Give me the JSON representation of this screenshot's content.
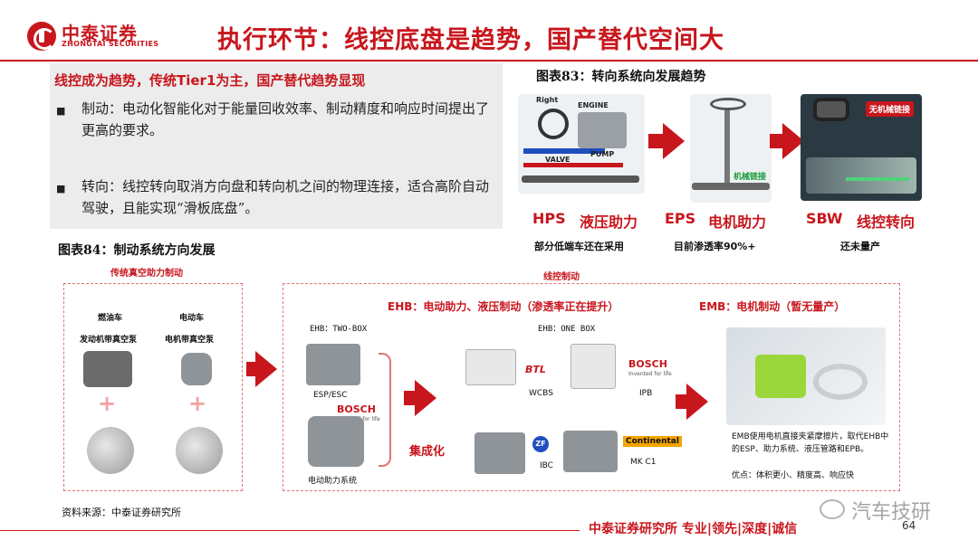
{
  "header": {
    "logo_cn": "中泰证券",
    "logo_en": "ZHONGTAI SECURITIES",
    "title": "执行环节：线控底盘是趋势，国产替代空间大"
  },
  "left_box": {
    "headline": "线控成为趋势，传统Tier1为主，国产替代趋势显现",
    "bullets": [
      {
        "marker": "■",
        "text": "制动：电动化智能化对于能量回收效率、制动精度和响应时间提出了更高的要求。"
      },
      {
        "marker": "■",
        "text": "转向：线控转向取消方向盘和转向机之间的物理连接，适合高阶自动驾驶，且能实现“滑板底盘”。"
      }
    ]
  },
  "fig83": {
    "caption": "图表83：转向系统向发展趋势",
    "hps_labels": {
      "right": "Right",
      "engine": "ENGINE",
      "valve": "VALVE",
      "pump": "PUMP"
    },
    "eps_tag": "机械链接",
    "sbw_tag": "无机械链接",
    "techs": [
      {
        "code": "HPS",
        "name": "液压助力",
        "note": "部分低端车还在采用"
      },
      {
        "code": "EPS",
        "name": "电机助力",
        "note": "目前渗透率90%+"
      },
      {
        "code": "SBW",
        "name": "线控转向",
        "note": "还未量产"
      }
    ]
  },
  "fig84": {
    "caption": "图表84：制动系统方向发展",
    "traditional_title": "传统真空助力制动",
    "wire_title": "线控制动",
    "fuel_car": "燃油车",
    "fuel_car_sub": "发动机带真空泵",
    "ev_car": "电动车",
    "ev_car_sub": "电机带真空泵",
    "plus": "+",
    "ehb_title": "EHB：电动助力、液压制动（渗透率正在提升）",
    "ehb_two_box": "EHB：TWO-BOX",
    "ehb_one_box": "EHB：ONE BOX",
    "esp_esc": "ESP/ESC",
    "bosch": "BOSCH",
    "bosch_sub": "Invented for life",
    "electric_booster": "电动助力系统",
    "integrate": "集成化",
    "btl": "BTL",
    "wcbs": "WCBS",
    "ipb": "IPB",
    "ibc": "IBC",
    "zf": "ZF",
    "continental": "Continental",
    "mkc1": "MK C1",
    "emb_title": "EMB：电机制动（暂无量产）",
    "emb_desc": "EMB使用电机直接夹紧摩擦片，取代EHB中的ESP、助力系统、液压管路和EPB。",
    "emb_adv": "优点：体积更小、精度高、响应快"
  },
  "footer": {
    "source": "资料来源：中泰证券研究所",
    "tagline": "中泰证券研究所 专业|领先|深度|诚信",
    "page": "64",
    "watermark": "汽车技研"
  },
  "colors": {
    "accent": "#c8161d",
    "green": "#1a9c3a",
    "panel": "#dfe3e8"
  }
}
